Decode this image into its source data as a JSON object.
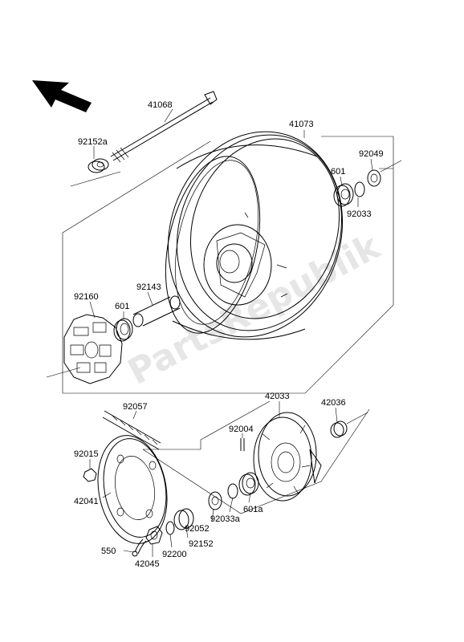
{
  "watermark": "PartsRepublik",
  "parts": {
    "p41068": "41068",
    "p41073": "41073",
    "p92152a": "92152a",
    "p92049": "92049",
    "p601_top": "601",
    "p92033": "92033",
    "p92160": "92160",
    "p92143": "92143",
    "p601_left": "601",
    "p42033": "42033",
    "p42036": "42036",
    "p92057": "92057",
    "p92004": "92004",
    "p92015": "92015",
    "p42041": "42041",
    "p601a": "601a",
    "p92033a": "92033a",
    "p92052": "92052",
    "p92152": "92152",
    "p92200": "92200",
    "p550": "550",
    "p42045": "42045"
  }
}
